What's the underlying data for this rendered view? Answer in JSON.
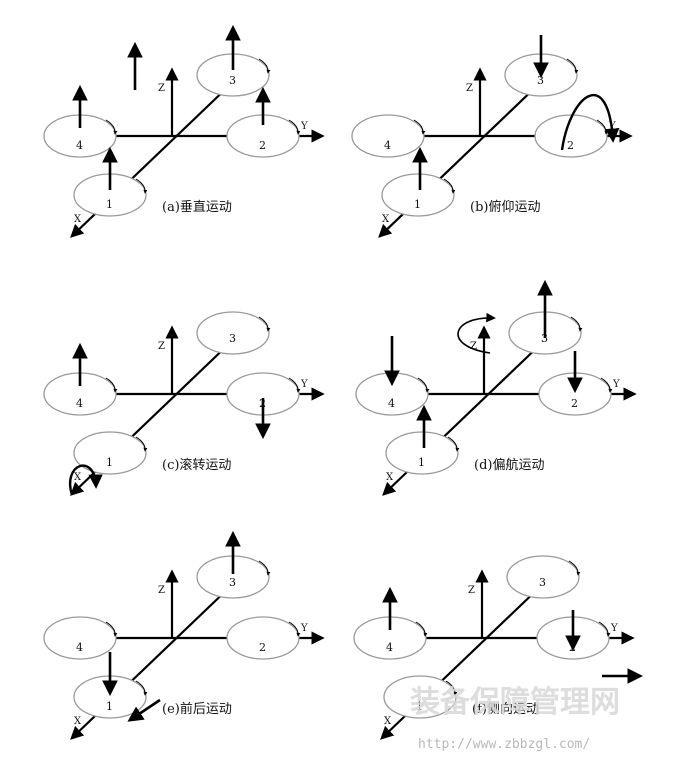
{
  "axis_labels": {
    "x": "X",
    "y": "Y",
    "z": "Z"
  },
  "rotor_labels": [
    "1",
    "2",
    "3",
    "4"
  ],
  "panels": [
    {
      "id": "a",
      "caption": "(a)垂直运动"
    },
    {
      "id": "b",
      "caption": "(b)俯仰运动"
    },
    {
      "id": "c",
      "caption": "(c)滚转运动"
    },
    {
      "id": "d",
      "caption": "(d)偏航运动"
    },
    {
      "id": "e",
      "caption": "(e)前后运动"
    },
    {
      "id": "f",
      "caption": "(f)侧向运动"
    }
  ],
  "watermark": {
    "text": "装备保障管理网",
    "url": "http://www.zbbzgl.com/"
  },
  "colors": {
    "line": "#000000",
    "rotor": "#9a9a9a",
    "watermark": "#d0d0d0"
  }
}
